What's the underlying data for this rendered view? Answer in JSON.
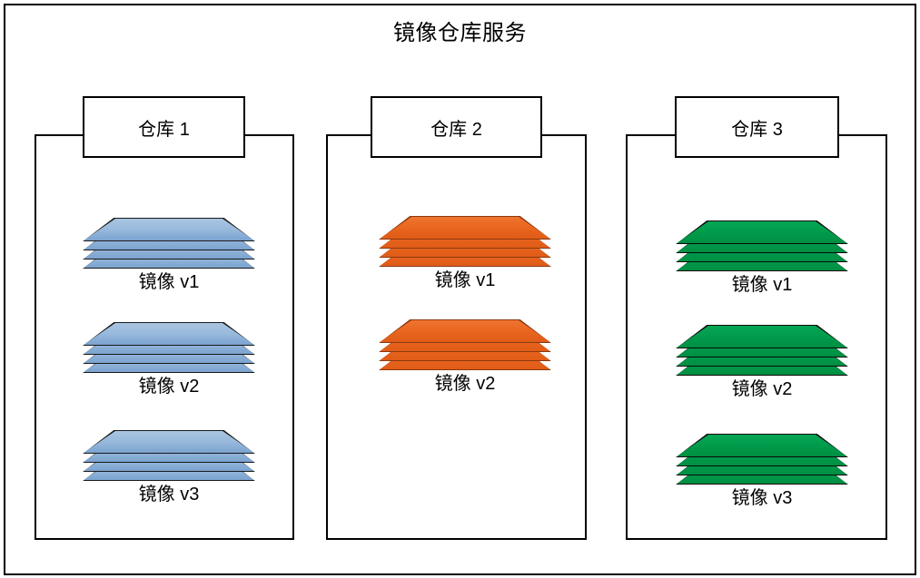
{
  "diagram": {
    "title": "镜像仓库服务",
    "type": "container-registry-architecture"
  },
  "colors": {
    "border": "#000000",
    "background": "#ffffff",
    "repo_1_image_fill": "#95B3D7",
    "repo_2_image_fill": "#E8601C",
    "repo_3_image_fill": "#009A4A"
  },
  "repositories": [
    {
      "label": "仓库 1",
      "theme": "blue",
      "images": [
        {
          "label": "镜像 v1",
          "layers": 4
        },
        {
          "label": "镜像 v2",
          "layers": 4
        },
        {
          "label": "镜像 v3",
          "layers": 4
        }
      ]
    },
    {
      "label": "仓库 2",
      "theme": "orange",
      "images": [
        {
          "label": "镜像 v1",
          "layers": 4
        },
        {
          "label": "镜像 v2",
          "layers": 4
        }
      ]
    },
    {
      "label": "仓库 3",
      "theme": "green",
      "images": [
        {
          "label": "镜像 v1",
          "layers": 4
        },
        {
          "label": "镜像 v2",
          "layers": 4
        },
        {
          "label": "镜像 v3",
          "layers": 4
        }
      ]
    }
  ]
}
